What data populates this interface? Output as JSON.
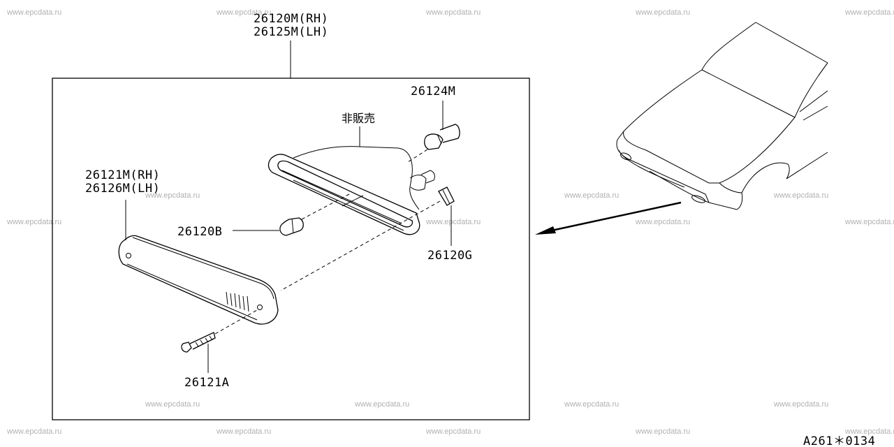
{
  "watermark": "www.epcdata.ru",
  "labels": {
    "assembly_rh": "26120M(RH)",
    "assembly_lh": "26125M(LH)",
    "socket": "26124M",
    "not_for_sale": "非販売",
    "lens_rh": "26121M(RH)",
    "lens_lh": "26126M(LH)",
    "bulb": "26120B",
    "clip": "26120G",
    "screw": "26121A"
  },
  "diagram_code": "A261＊0134"
}
